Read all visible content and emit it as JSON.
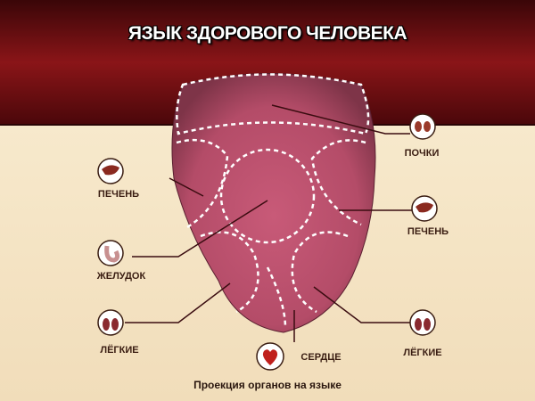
{
  "title": "ЯЗЫК ЗДОРОВОГО ЧЕЛОВЕКА",
  "caption": "Проекция органов на языке",
  "colors": {
    "banner": "#6a0d10",
    "background": "#f3e2c4",
    "tongue": "#b8506e",
    "text": "#3a1d12"
  },
  "organs": [
    {
      "label": "ПОЧКИ",
      "icon": "kidneys-icon"
    },
    {
      "label": "ПЕЧЕНЬ",
      "icon": "liver-icon"
    },
    {
      "label": "ПЕЧЕНЬ",
      "icon": "liver-icon"
    },
    {
      "label": "ЖЕЛУДОК",
      "icon": "stomach-icon"
    },
    {
      "label": "ЛЁГКИЕ",
      "icon": "lungs-icon"
    },
    {
      "label": "ЛЁГКИЕ",
      "icon": "lungs-icon"
    },
    {
      "label": "СЕРДЦЕ",
      "icon": "heart-icon"
    }
  ]
}
